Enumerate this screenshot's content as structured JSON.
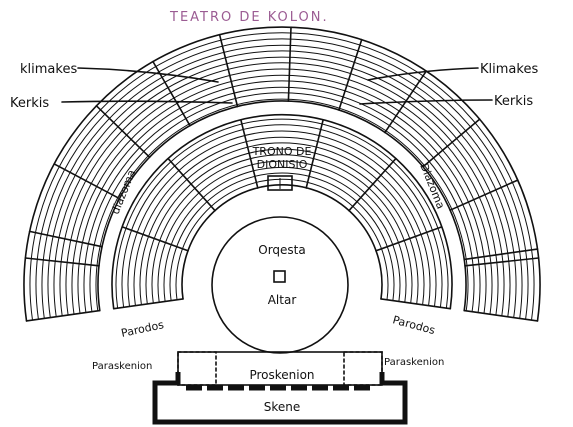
{
  "title": "TEATRO DE KOLON.",
  "colors": {
    "title": "#9b5c93",
    "ink": "#111111",
    "paper": "#ffffff"
  },
  "labels": {
    "klimakes_left": "klimakes",
    "klimakes_right": "Klimakes",
    "kerkis_left": "Kerkis",
    "kerkis_right": "Kerkis",
    "trono_line1": "TRONO DE",
    "trono_line2": "DIONISIO",
    "diazoma_left": "diazoma",
    "diazoma_right": "Diazoma",
    "orquesta": "Orqesta",
    "altar": "Altar",
    "parodos_left": "Parodos",
    "parodos_right": "Parodos",
    "paraskenion_left": "Paraskenion",
    "paraskenion_right": "Paraskenion",
    "proskenion": "Proskenion",
    "skene": "Skene"
  }
}
